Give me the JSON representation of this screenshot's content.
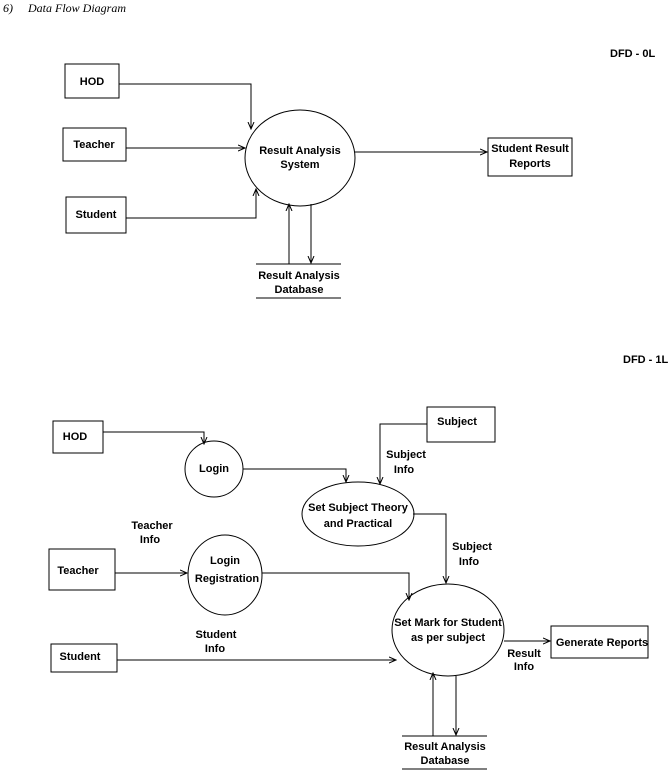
{
  "heading": {
    "number": "6)",
    "title": "Data Flow Diagram"
  },
  "level0": {
    "label": "DFD - 0L",
    "entities": {
      "hod": "HOD",
      "teacher": "Teacher",
      "student": "Student"
    },
    "process": {
      "line1": "Result Analysis",
      "line2": "System"
    },
    "output": {
      "line1": "Student  Result",
      "line2": "Reports"
    },
    "store": {
      "line1": "Result Analysis",
      "line2": "Database"
    }
  },
  "level1": {
    "label": "DFD - 1L",
    "entities": {
      "hod": "HOD",
      "teacher": "Teacher",
      "student": "Student",
      "subject": "Subject"
    },
    "processes": {
      "login": "Login",
      "login_registration": {
        "line1": "Login",
        "line2": "Registration"
      },
      "set_subject": {
        "line1": "Set Subject Theory",
        "line2": "and Practical"
      },
      "set_mark": {
        "line1": "Set Mark for Student",
        "line2": "as per subject"
      }
    },
    "output": "Generate Reports",
    "store": {
      "line1": "Result Analysis",
      "line2": "Database"
    },
    "flows": {
      "teacher_info": {
        "line1": "Teacher",
        "line2": "Info"
      },
      "student_info": {
        "line1": "Student",
        "line2": "Info"
      },
      "subject_info_1": {
        "line1": "Subject",
        "line2": "Info"
      },
      "subject_info_2": {
        "line1": "Subject",
        "line2": "Info"
      },
      "result_info": {
        "line1": "Result",
        "line2": "Info"
      }
    }
  }
}
